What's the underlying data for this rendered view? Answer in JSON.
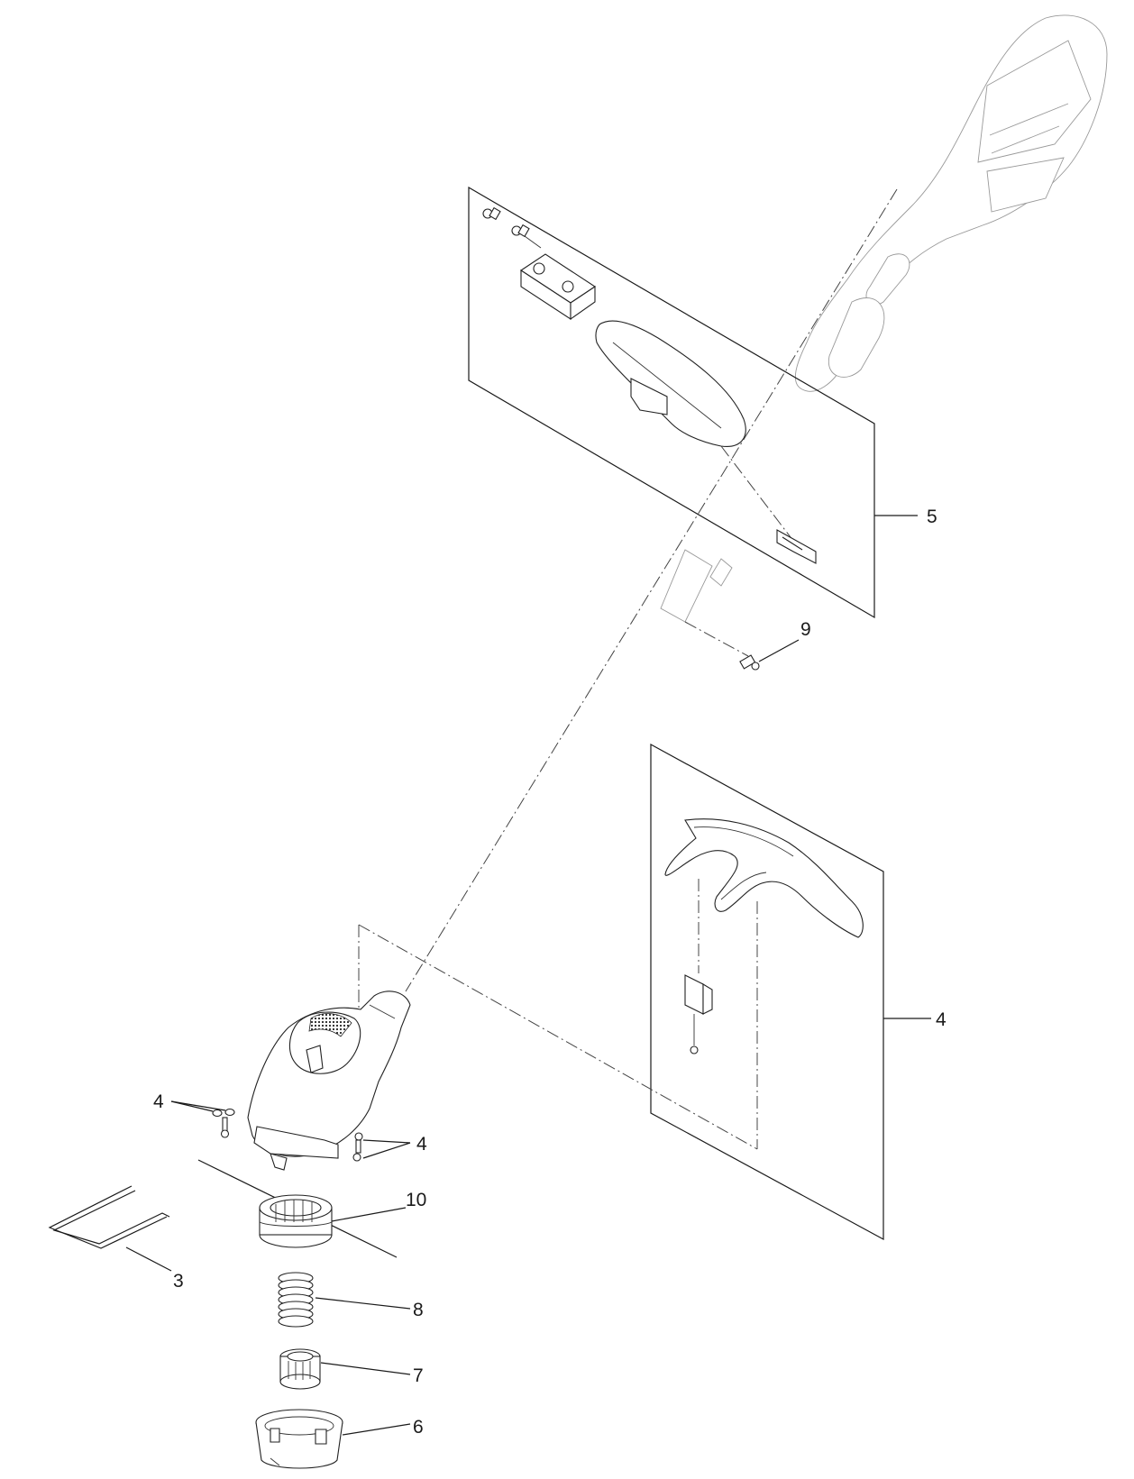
{
  "callouts": {
    "c3": "3",
    "c4_handle_guard_panel": "4",
    "c4_washers": "4",
    "c4_screws": "4",
    "c5": "5",
    "c6": "6",
    "c7": "7",
    "c8": "8",
    "c9": "9",
    "c10": "10"
  }
}
